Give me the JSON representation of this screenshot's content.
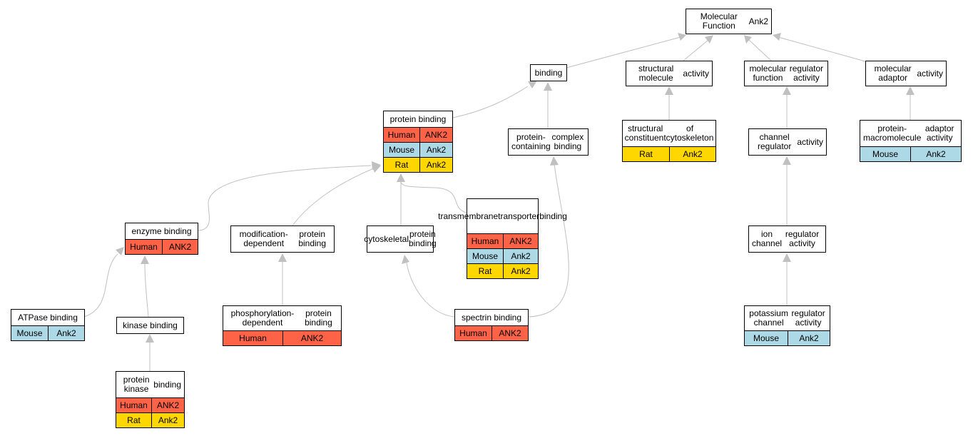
{
  "colors": {
    "human": "#ff6347",
    "mouse": "#add8e6",
    "rat": "#ffd700",
    "edge": "#c0c0c0"
  },
  "nodes": {
    "root": {
      "lines": [
        "Molecular Function",
        "Ank2"
      ]
    },
    "binding": {
      "lines": [
        "binding"
      ]
    },
    "structural_molecule_activity": {
      "lines": [
        "structural molecule",
        "activity"
      ]
    },
    "molecular_function_regulator_activity": {
      "lines": [
        "molecular function",
        "regulator activity"
      ]
    },
    "molecular_adaptor_activity": {
      "lines": [
        "molecular adaptor",
        "activity"
      ]
    },
    "protein_binding": {
      "lines": [
        "protein binding"
      ],
      "rows": [
        {
          "species": "Human",
          "gene": "ANK2"
        },
        {
          "species": "Mouse",
          "gene": "Ank2"
        },
        {
          "species": "Rat",
          "gene": "Ank2"
        }
      ]
    },
    "protein_containing_complex_binding": {
      "lines": [
        "protein-containing",
        "complex binding"
      ]
    },
    "structural_constituent_of_cytoskeleton": {
      "lines": [
        "structural constituent",
        "of cytoskeleton"
      ],
      "rows": [
        {
          "species": "Rat",
          "gene": "Ank2"
        }
      ]
    },
    "channel_regulator_activity": {
      "lines": [
        "channel regulator",
        "activity"
      ]
    },
    "protein_macromolecule_adaptor_activity": {
      "lines": [
        "protein-macromolecule",
        "adaptor activity"
      ],
      "rows": [
        {
          "species": "Mouse",
          "gene": "Ank2"
        }
      ]
    },
    "enzyme_binding": {
      "lines": [
        "enzyme binding"
      ],
      "rows": [
        {
          "species": "Human",
          "gene": "ANK2"
        }
      ]
    },
    "modification_dependent_protein_binding": {
      "lines": [
        "modification-dependent",
        "protein binding"
      ]
    },
    "cytoskeletal_protein_binding": {
      "lines": [
        "cytoskeletal",
        "protein binding"
      ]
    },
    "transmembrane_transporter_binding": {
      "lines": [
        "transmembrane",
        "transporter",
        "binding"
      ],
      "rows": [
        {
          "species": "Human",
          "gene": "ANK2"
        },
        {
          "species": "Mouse",
          "gene": "Ank2"
        },
        {
          "species": "Rat",
          "gene": "Ank2"
        }
      ]
    },
    "ion_channel_regulator_activity": {
      "lines": [
        "ion channel",
        "regulator activity"
      ]
    },
    "atpase_binding": {
      "lines": [
        "ATPase binding"
      ],
      "rows": [
        {
          "species": "Mouse",
          "gene": "Ank2"
        }
      ]
    },
    "kinase_binding": {
      "lines": [
        "kinase binding"
      ]
    },
    "phosphorylation_dependent_protein_binding": {
      "lines": [
        "phosphorylation-dependent",
        "protein binding"
      ],
      "rows": [
        {
          "species": "Human",
          "gene": "ANK2"
        }
      ]
    },
    "spectrin_binding": {
      "lines": [
        "spectrin binding"
      ],
      "rows": [
        {
          "species": "Human",
          "gene": "ANK2"
        }
      ]
    },
    "potassium_channel_regulator_activity": {
      "lines": [
        "potassium channel",
        "regulator activity"
      ],
      "rows": [
        {
          "species": "Mouse",
          "gene": "Ank2"
        }
      ]
    },
    "protein_kinase_binding": {
      "lines": [
        "protein kinase",
        "binding"
      ],
      "rows": [
        {
          "species": "Human",
          "gene": "ANK2"
        },
        {
          "species": "Rat",
          "gene": "Ank2"
        }
      ]
    }
  },
  "edges": [
    {
      "from": "binding",
      "to": "root"
    },
    {
      "from": "structural_molecule_activity",
      "to": "root"
    },
    {
      "from": "molecular_function_regulator_activity",
      "to": "root"
    },
    {
      "from": "molecular_adaptor_activity",
      "to": "root"
    },
    {
      "from": "protein_binding",
      "to": "binding"
    },
    {
      "from": "protein_containing_complex_binding",
      "to": "binding"
    },
    {
      "from": "structural_constituent_of_cytoskeleton",
      "to": "structural_molecule_activity"
    },
    {
      "from": "channel_regulator_activity",
      "to": "molecular_function_regulator_activity"
    },
    {
      "from": "protein_macromolecule_adaptor_activity",
      "to": "molecular_adaptor_activity"
    },
    {
      "from": "enzyme_binding",
      "to": "protein_binding"
    },
    {
      "from": "modification_dependent_protein_binding",
      "to": "protein_binding"
    },
    {
      "from": "cytoskeletal_protein_binding",
      "to": "protein_binding"
    },
    {
      "from": "transmembrane_transporter_binding",
      "to": "protein_binding"
    },
    {
      "from": "ion_channel_regulator_activity",
      "to": "channel_regulator_activity"
    },
    {
      "from": "atpase_binding",
      "to": "enzyme_binding"
    },
    {
      "from": "kinase_binding",
      "to": "enzyme_binding"
    },
    {
      "from": "phosphorylation_dependent_protein_binding",
      "to": "modification_dependent_protein_binding"
    },
    {
      "from": "spectrin_binding",
      "to": "cytoskeletal_protein_binding"
    },
    {
      "from": "spectrin_binding",
      "to": "protein_containing_complex_binding"
    },
    {
      "from": "potassium_channel_regulator_activity",
      "to": "ion_channel_regulator_activity"
    },
    {
      "from": "protein_kinase_binding",
      "to": "kinase_binding"
    }
  ]
}
